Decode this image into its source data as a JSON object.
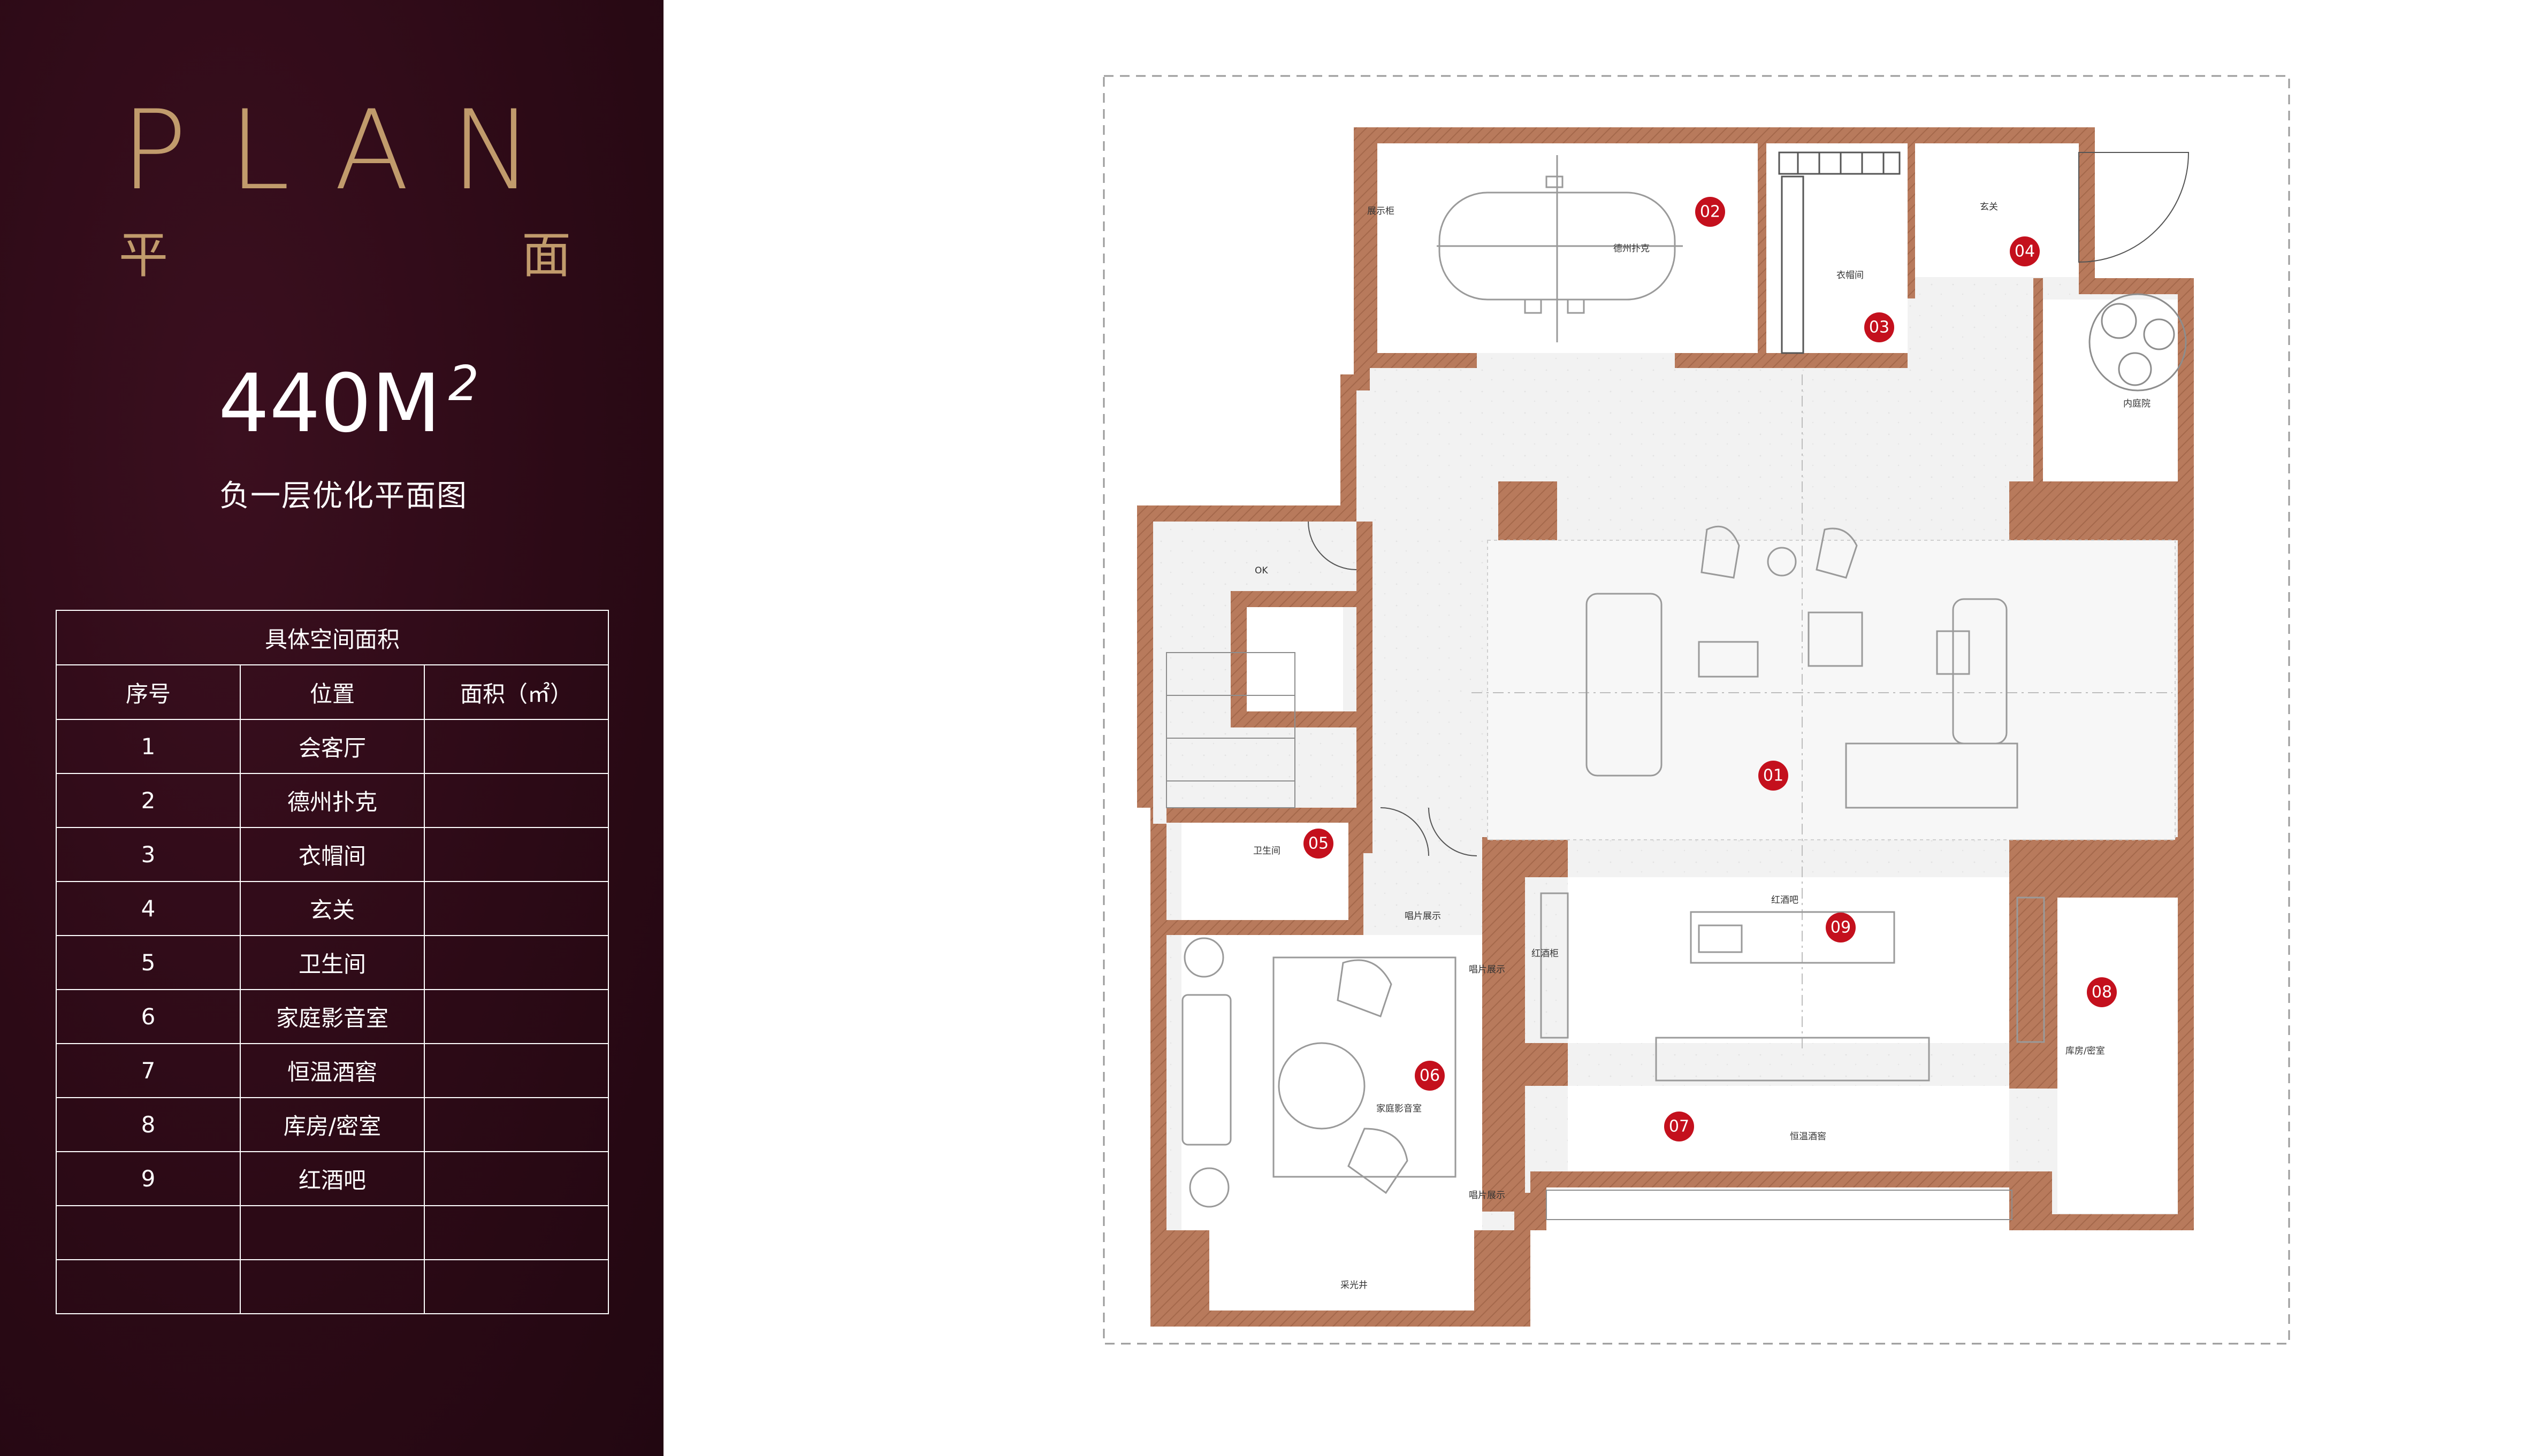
{
  "header": {
    "title": "PLAN",
    "subtitle_left": "平",
    "subtitle_right": "面",
    "area_value": "440M",
    "area_sup": "2",
    "caption": "负一层优化平面图"
  },
  "table": {
    "title": "具体空间面积",
    "columns": [
      "序号",
      "位置",
      "面积（㎡）"
    ],
    "rows": [
      {
        "no": "1",
        "name": "会客厅",
        "area": ""
      },
      {
        "no": "2",
        "name": "德州扑克",
        "area": ""
      },
      {
        "no": "3",
        "name": "衣帽间",
        "area": ""
      },
      {
        "no": "4",
        "name": "玄关",
        "area": ""
      },
      {
        "no": "5",
        "name": "卫生间",
        "area": ""
      },
      {
        "no": "6",
        "name": "家庭影音室",
        "area": ""
      },
      {
        "no": "7",
        "name": "恒温酒窖",
        "area": ""
      },
      {
        "no": "8",
        "name": "库房/密室",
        "area": ""
      },
      {
        "no": "9",
        "name": "红酒吧",
        "area": ""
      },
      {
        "no": "",
        "name": "",
        "area": ""
      },
      {
        "no": "",
        "name": "",
        "area": ""
      }
    ]
  },
  "plan": {
    "markers": [
      "01",
      "02",
      "03",
      "04",
      "05",
      "06",
      "07",
      "08",
      "09"
    ],
    "room_labels": {
      "poker": "德州扑克",
      "display": "展示柜",
      "cloak": "衣帽间",
      "entry": "玄关",
      "inner_garden": "内庭院",
      "wc": "卫生间",
      "bar": "红酒吧",
      "bar_cabinet": "红酒柜",
      "record_display_top": "唱片展示",
      "record_display_mid": "唱片展示",
      "record_display_bot": "唱片展示",
      "theater": "家庭影音室",
      "cellar": "恒温酒窖",
      "storage": "库房/密室",
      "lightwell": "采光井",
      "elevator_tag": "OK"
    }
  },
  "colors": {
    "panel_bg": "#2c0a16",
    "gold": "#c19b6c",
    "wall": "#b87a5c",
    "marker": "#c4101d"
  }
}
